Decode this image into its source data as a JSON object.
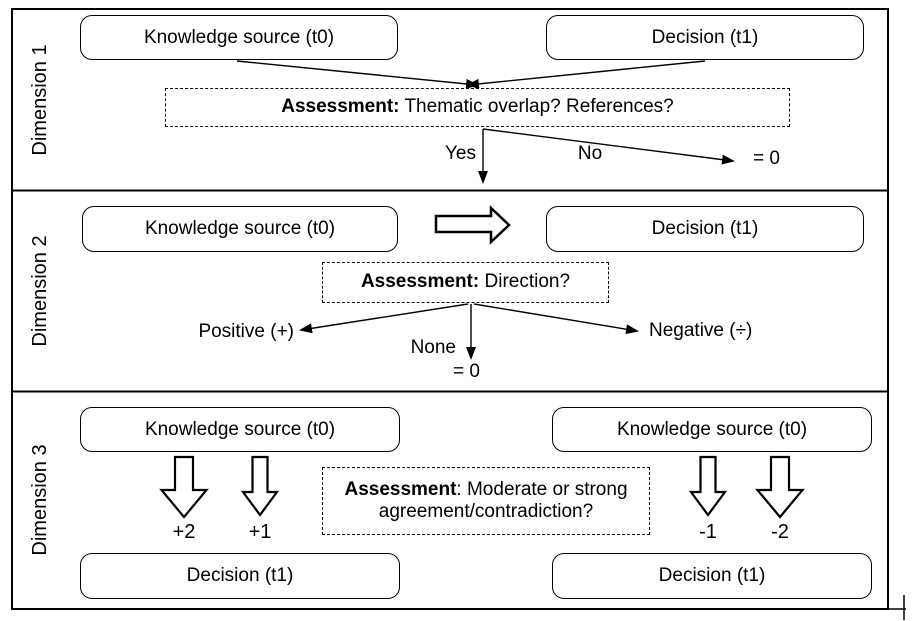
{
  "figure": {
    "rows": [
      {
        "label": "Dimension 1",
        "knowledge_box": "Knowledge source (t0)",
        "decision_box": "Decision (t1)",
        "assessment": {
          "bold": "Assessment:",
          "rest": " Thematic overlap? References?"
        },
        "yes": "Yes",
        "no": "No",
        "zero": "= 0"
      },
      {
        "label": "Dimension 2",
        "knowledge_box": "Knowledge source (t0)",
        "decision_box": "Decision (t1)",
        "assessment": {
          "bold": "Assessment:",
          "rest": " Direction?"
        },
        "positive": "Positive (+)",
        "none": "None",
        "zero": "= 0",
        "negative": "Negative (÷)"
      },
      {
        "label": "Dimension 3",
        "knowledge_box_left": "Knowledge source (t0)",
        "knowledge_box_right": "Knowledge source (t0)",
        "assessment": {
          "bold": "Assessment",
          "rest": ": Moderate or strong",
          "line2": "agreement/contradiction?"
        },
        "weight_plus2": "+2",
        "weight_plus1": "+1",
        "weight_minus1": "-1",
        "weight_minus2": "-2",
        "decision_box_left": "Decision (t1)",
        "decision_box_right": "Decision (t1)"
      }
    ],
    "colors": {
      "line": "#000000",
      "background": "#ffffff"
    }
  }
}
